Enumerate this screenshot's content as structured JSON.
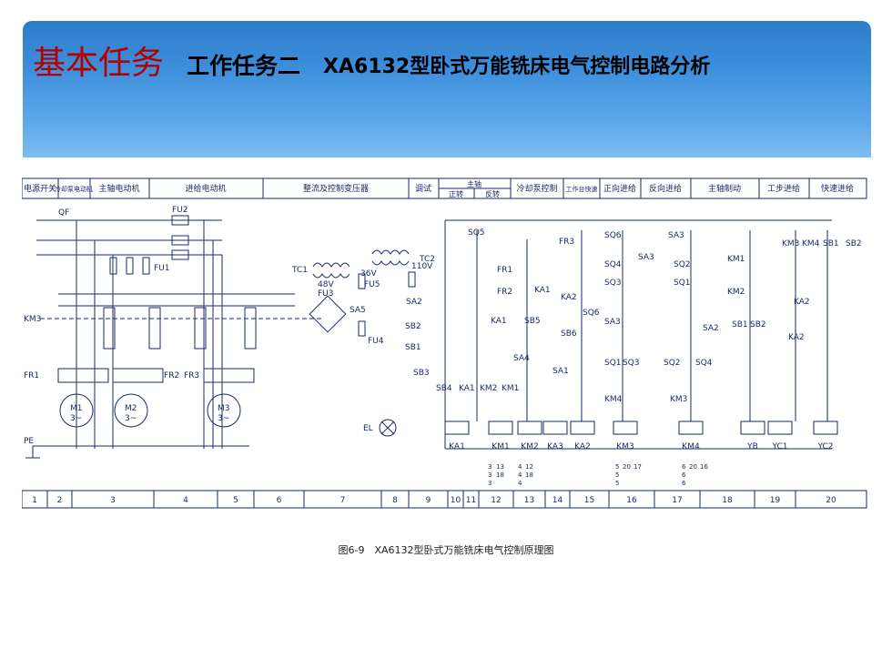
{
  "title": {
    "prefix": "基本任务",
    "task": "工作任务二",
    "subject": "XA6132型卧式万能铣床电气控制电路分析"
  },
  "header_cells": [
    "电源开关",
    "冷却泵电动机",
    "主轴电动机",
    "进给电动机",
    "整流及控制变压器",
    "调试",
    "主轴",
    "冷却泵控制",
    "工作台快速",
    "正向进给",
    "反向进给",
    "主轴制动",
    "工步进给",
    "快速进给"
  ],
  "spindle_sub": [
    "正转",
    "反转"
  ],
  "footer_numbers": [
    "1",
    "2",
    "3",
    "4",
    "5",
    "6",
    "7",
    "8",
    "9",
    "10",
    "11",
    "12",
    "13",
    "14",
    "15",
    "16",
    "17",
    "18",
    "19",
    "20"
  ],
  "labels": {
    "qf": "QF",
    "fu1": "FU1",
    "fu2": "FU2",
    "fu3": "FU3",
    "fu4": "FU4",
    "fu5": "FU5",
    "km1": "KM1",
    "km2": "KM2",
    "km3": "KM3",
    "km4": "KM4",
    "fr1": "FR1",
    "fr2": "FR2",
    "fr3": "FR3",
    "m1": "M1",
    "m2": "M2",
    "m3": "M3",
    "phase": "3~",
    "pe": "PE",
    "tc1": "TC1",
    "tc2": "TC2",
    "v36": "36V",
    "v48": "48V",
    "v110": "110V",
    "el": "EL",
    "sa1": "SA1",
    "sa2": "SA2",
    "sa3": "SA3",
    "sa4": "SA4",
    "sa5": "SA5",
    "sb1": "SB1",
    "sb2": "SB2",
    "sb3": "SB3",
    "sb4": "SB4",
    "sb5": "SB5",
    "sb6": "SB6",
    "sq1": "SQ1",
    "sq2": "SQ2",
    "sq3": "SQ3",
    "sq4": "SQ4",
    "sq5": "SQ5",
    "sq6": "SQ6",
    "ka1": "KA1",
    "ka2": "KA2",
    "ka3": "KA3",
    "yb": "YB",
    "yc1": "YC1",
    "yc2": "YC2"
  },
  "coil_labels": [
    "KA1",
    "KM1",
    "KM2",
    "KA3",
    "KA2",
    "KM3",
    "KM4",
    "YB",
    "YC1",
    "YC2"
  ],
  "contact_refs": [
    "3",
    "3",
    "3",
    "13",
    "18",
    "4",
    "4",
    "4",
    "12",
    "18",
    "5",
    "5",
    "5",
    "20",
    "17",
    "6",
    "6",
    "6",
    "20",
    "16"
  ],
  "caption": "图6-9　XA6132型卧式万能铣床电气控制原理图"
}
